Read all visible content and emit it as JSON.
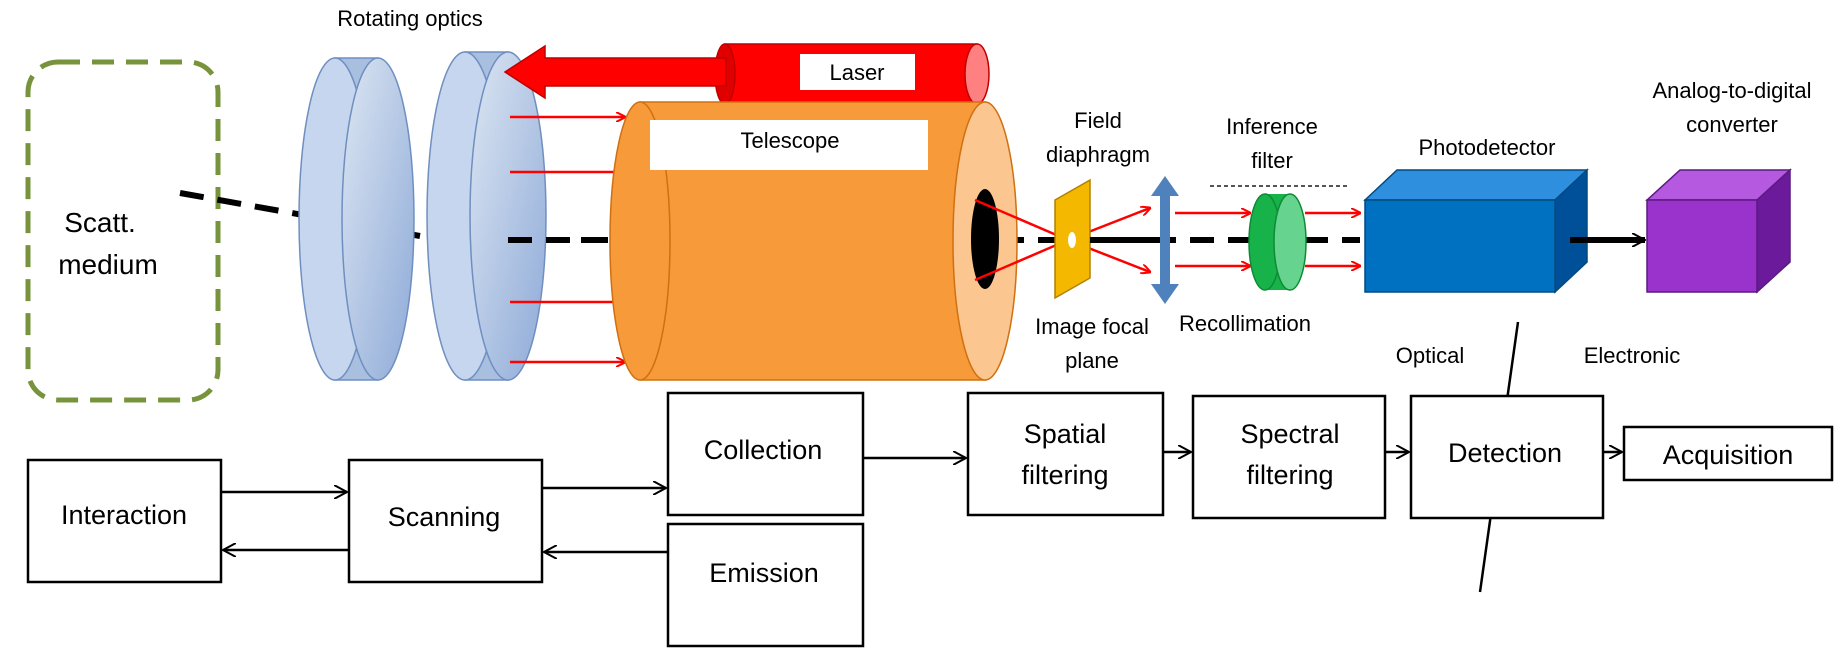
{
  "labels": {
    "rotating_optics": "Rotating optics",
    "laser": "Laser",
    "telescope": "Telescope",
    "scatt_medium_line1": "Scatt.",
    "scatt_medium_line2": "medium",
    "field_diaphragm_line1": "Field",
    "field_diaphragm_line2": "diaphragm",
    "inference_filter_line1": "Inference",
    "inference_filter_line2": "filter",
    "photodetector": "Photodetector",
    "adc_line1": "Analog-to-digital",
    "adc_line2": "converter",
    "image_focal_plane_line1": "Image focal",
    "image_focal_plane_line2": "plane",
    "recollimation": "Recollimation",
    "optical": "Optical",
    "electronic": "Electronic"
  },
  "flow": {
    "interaction": "Interaction",
    "scanning": "Scanning",
    "collection": "Collection",
    "emission": "Emission",
    "spatial_filtering_line1": "Spatial",
    "spatial_filtering_line2": "filtering",
    "spectral_filtering_line1": "Spectral",
    "spectral_filtering_line2": "filtering",
    "detection": "Detection",
    "acquisition": "Acquisition"
  },
  "colors": {
    "medium_border": "#77933c",
    "optics_fill": "#b8cce4",
    "laser_red": "#ff0000",
    "telescope_orange": "#f79a3a",
    "telescope_face": "#fbc690",
    "diaphragm_yellow": "#f5b800",
    "lens_blue": "#4f81bd",
    "filter_green": "#17b24a",
    "photodetector_blue": "#0070c0",
    "adc_purple": "#9933cc"
  }
}
